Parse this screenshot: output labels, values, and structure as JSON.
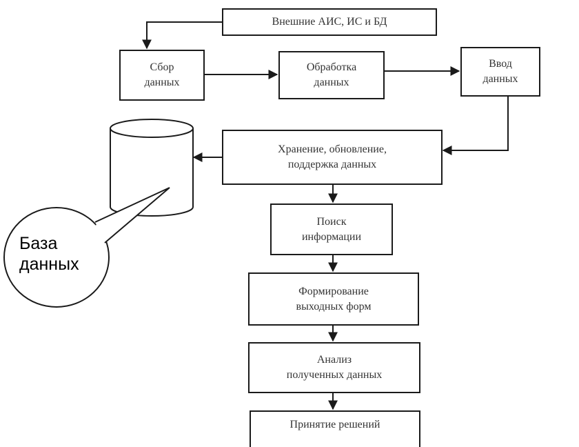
{
  "nodes": {
    "external": {
      "label": "Внешние АИС, ИС и БД"
    },
    "collect": {
      "line1": "Сбор",
      "line2": "данных"
    },
    "process": {
      "line1": "Обработка",
      "line2": "данных"
    },
    "input": {
      "line1": "Ввод",
      "line2": "данных"
    },
    "storage": {
      "line1": "Хранение, обновление,",
      "line2": "поддержка данных"
    },
    "search": {
      "line1": "Поиск",
      "line2": "информации"
    },
    "output_forms": {
      "line1": "Формирование",
      "line2": "выходных форм"
    },
    "analysis": {
      "line1": "Анализ",
      "line2": "полученных данных"
    },
    "decision": {
      "label": "Принятие решений"
    }
  },
  "callout": {
    "line1": "База",
    "line2": "данных"
  },
  "colors": {
    "line": "#1a1a1a",
    "text": "#333333"
  }
}
